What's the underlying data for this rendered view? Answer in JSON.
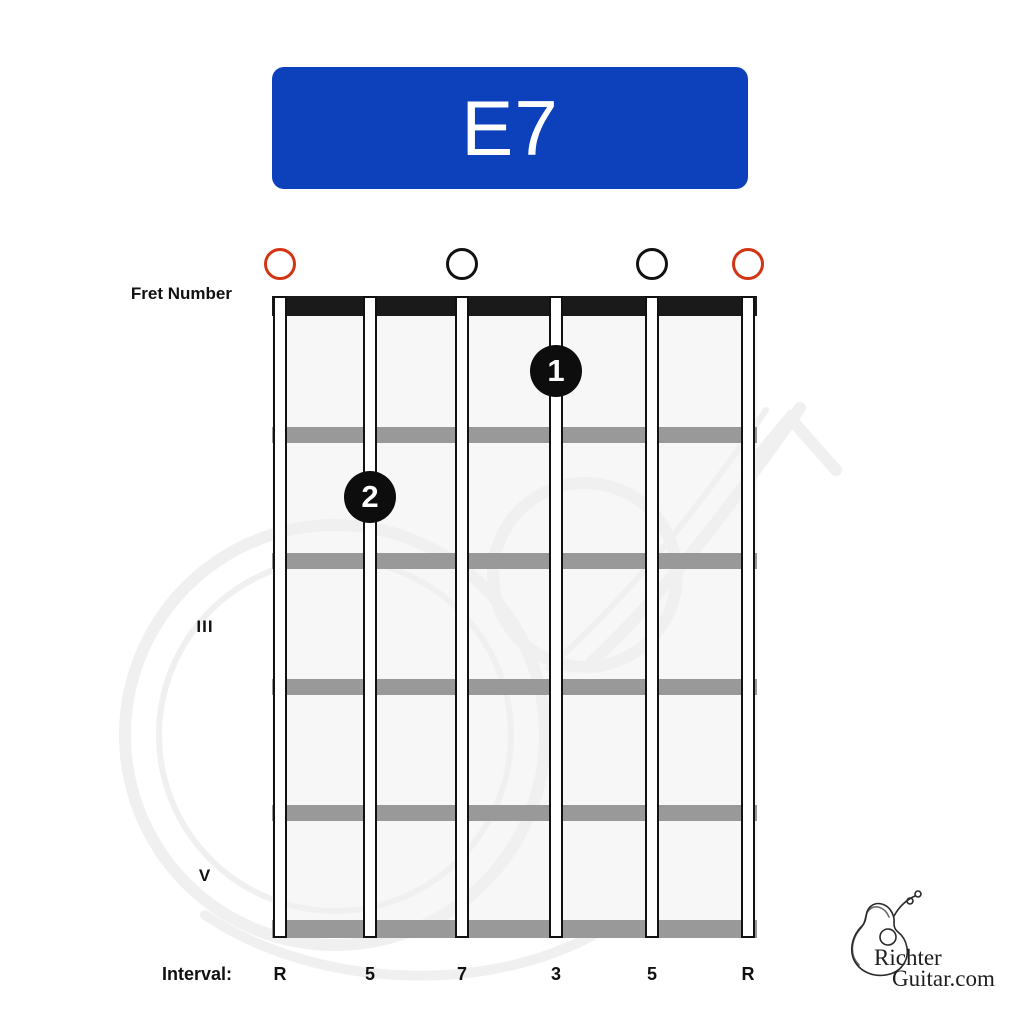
{
  "title": {
    "text": "E7"
  },
  "labels": {
    "fret_number": "Fret Number",
    "interval": "Interval:"
  },
  "position_markers": [
    {
      "numeral": "III",
      "fret": 3
    },
    {
      "numeral": "V",
      "fret": 5
    }
  ],
  "strings": [
    {
      "interval": "R",
      "open_marker": "red",
      "finger": null
    },
    {
      "interval": "5",
      "open_marker": null,
      "finger": {
        "number": "2",
        "fret": 2
      }
    },
    {
      "interval": "7",
      "open_marker": "black",
      "finger": null
    },
    {
      "interval": "3",
      "open_marker": null,
      "finger": {
        "number": "1",
        "fret": 1
      }
    },
    {
      "interval": "5",
      "open_marker": "black",
      "finger": null
    },
    {
      "interval": "R",
      "open_marker": "red",
      "finger": null
    }
  ],
  "frets_shown": 5,
  "colors": {
    "title_bg": "#0d41bb",
    "title_text": "#ffffff",
    "open_marker_red": "#d23415",
    "open_marker_black": "#111111",
    "nut": "#1a1a1a",
    "fret": "#999999",
    "board_bg": "#f7f7f7",
    "string_fill": "#ffffff",
    "string_border": "#111111",
    "dot_bg": "#0d0d0d",
    "dot_text": "#ffffff"
  },
  "logo": {
    "line1": "Richter",
    "line2": "Guitar.com"
  }
}
